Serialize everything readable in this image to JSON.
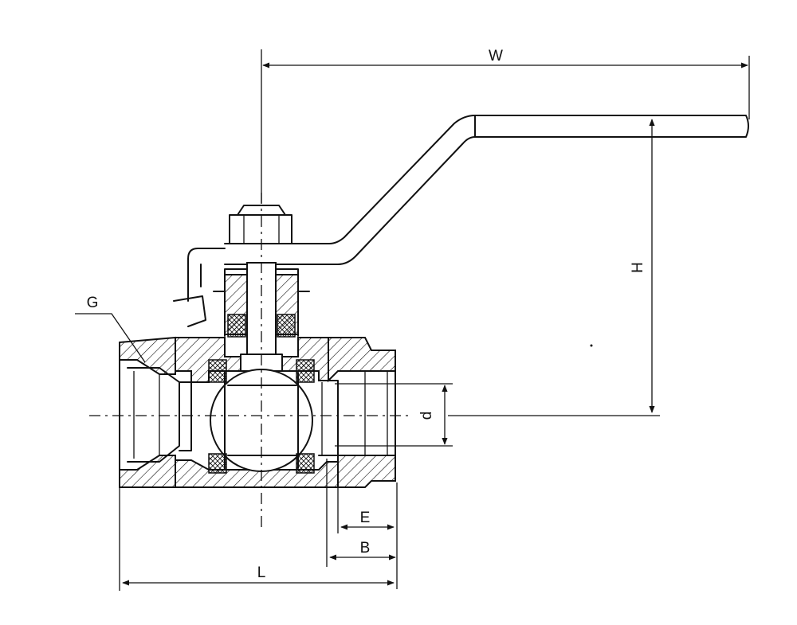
{
  "labels": {
    "W": "W",
    "H": "H",
    "d": "d",
    "G": "G",
    "E": "E",
    "B": "B",
    "L": "L"
  },
  "colors": {
    "ink": "#111111",
    "background": "#ffffff"
  }
}
